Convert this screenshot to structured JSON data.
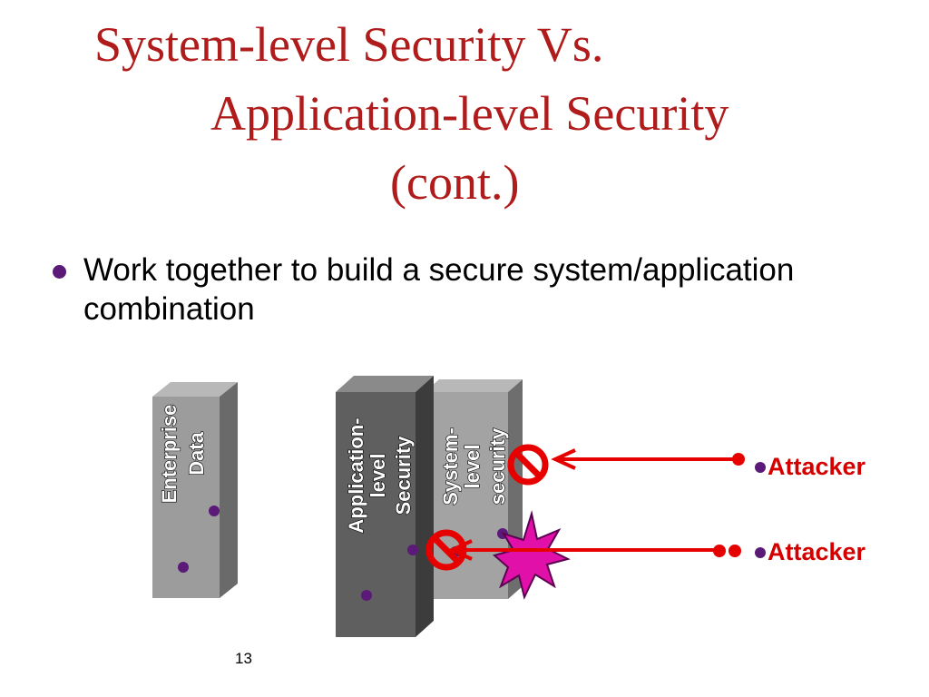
{
  "slide": {
    "title_line1": "System-level Security Vs.",
    "title_line2": "Application-level Security",
    "title_line3": "(cont.)",
    "bullet": "Work together to build a secure system/application combination",
    "page_number": "13"
  },
  "diagram": {
    "enterprise_line1": "Enterprise",
    "enterprise_line2": "Data",
    "app_line1": "Application-",
    "app_line2": "level",
    "app_line3": "Security",
    "sys_line1": "System-",
    "sys_line2": "level",
    "sys_line3": "security",
    "attacker1": "Attacker",
    "attacker2": "Attacker"
  },
  "colors": {
    "title": "#b01b1b",
    "attacker": "#d40000",
    "arrow": "#e60000",
    "bullet": "#5b1a78",
    "burst": "#e010a8"
  }
}
